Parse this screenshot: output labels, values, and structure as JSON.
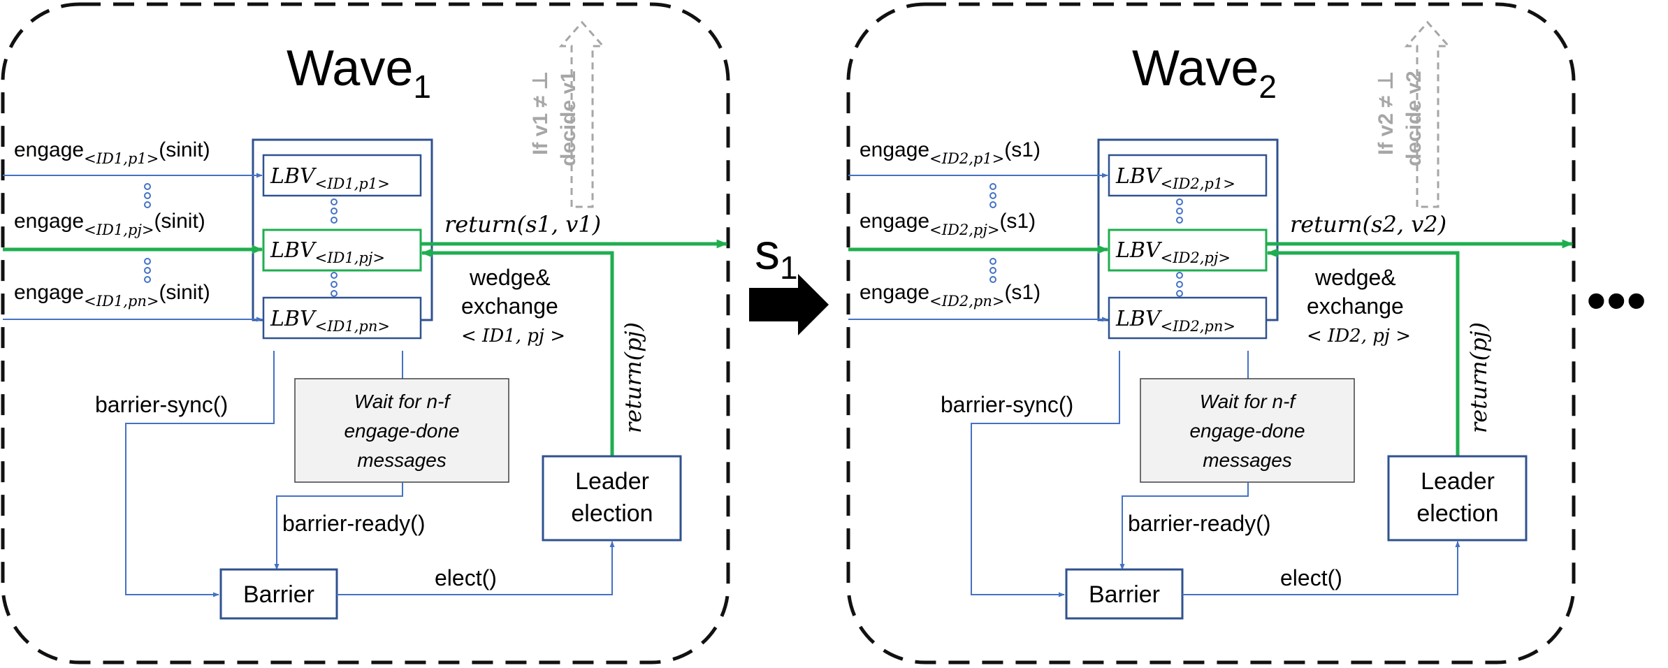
{
  "colors": {
    "blue": "#4472c4",
    "green": "#1fae4f",
    "gray": "#a6a6a6",
    "box_border": "#2f528f",
    "wait_fill": "#f2f2f2",
    "text": "#000000"
  },
  "waves": [
    {
      "title_main": "Wave",
      "title_sub": "1",
      "engage_word": "engage",
      "engage_rows": [
        {
          "sub": "<ID1,p1>",
          "arg": "(sinit)"
        },
        {
          "sub": "<ID1,pj>",
          "arg": "(sinit)"
        },
        {
          "sub": "<ID1,pn>",
          "arg": "(sinit)"
        }
      ],
      "lbv_word": "LBV",
      "lbv_rows": [
        "<ID1,p1>",
        "<ID1,pj>",
        "<ID1,pn>"
      ],
      "return_sv": "return(s1, v1)",
      "wedge_line1": "wedge&",
      "wedge_line2": "exchange",
      "wedge_line3": "< ID1, pj >",
      "return_pj": "return(pj)",
      "decide_line1": "If v1 ≠ ⊥",
      "decide_line2": "decide v1",
      "barrier_sync": "barrier-sync()",
      "wait_lines": [
        "Wait for n-f",
        "engage-done",
        "messages"
      ],
      "barrier_ready": "barrier-ready()",
      "leader_lines": [
        "Leader",
        "election"
      ],
      "barrier_label": "Barrier",
      "elect_label": "elect()"
    },
    {
      "title_main": "Wave",
      "title_sub": "2",
      "engage_word": "engage",
      "engage_rows": [
        {
          "sub": "<ID2,p1>",
          "arg": "(s1)"
        },
        {
          "sub": "<ID2,pj>",
          "arg": "(s1)"
        },
        {
          "sub": "<ID2,pn>",
          "arg": "(s1)"
        }
      ],
      "lbv_word": "LBV",
      "lbv_rows": [
        "<ID2,p1>",
        "<ID2,pj>",
        "<ID2,pn>"
      ],
      "return_sv": "return(s2, v2)",
      "wedge_line1": "wedge&",
      "wedge_line2": "exchange",
      "wedge_line3": "< ID2, pj >",
      "return_pj": "return(pj)",
      "decide_line1": "If v2 ≠ ⊥",
      "decide_line2": "decide v2",
      "barrier_sync": "barrier-sync()",
      "wait_lines": [
        "Wait for n-f",
        "engage-done",
        "messages"
      ],
      "barrier_ready": "barrier-ready()",
      "leader_lines": [
        "Leader",
        "election"
      ],
      "barrier_label": "Barrier",
      "elect_label": "elect()"
    }
  ],
  "transition_label": "s1",
  "continuation": "•••"
}
